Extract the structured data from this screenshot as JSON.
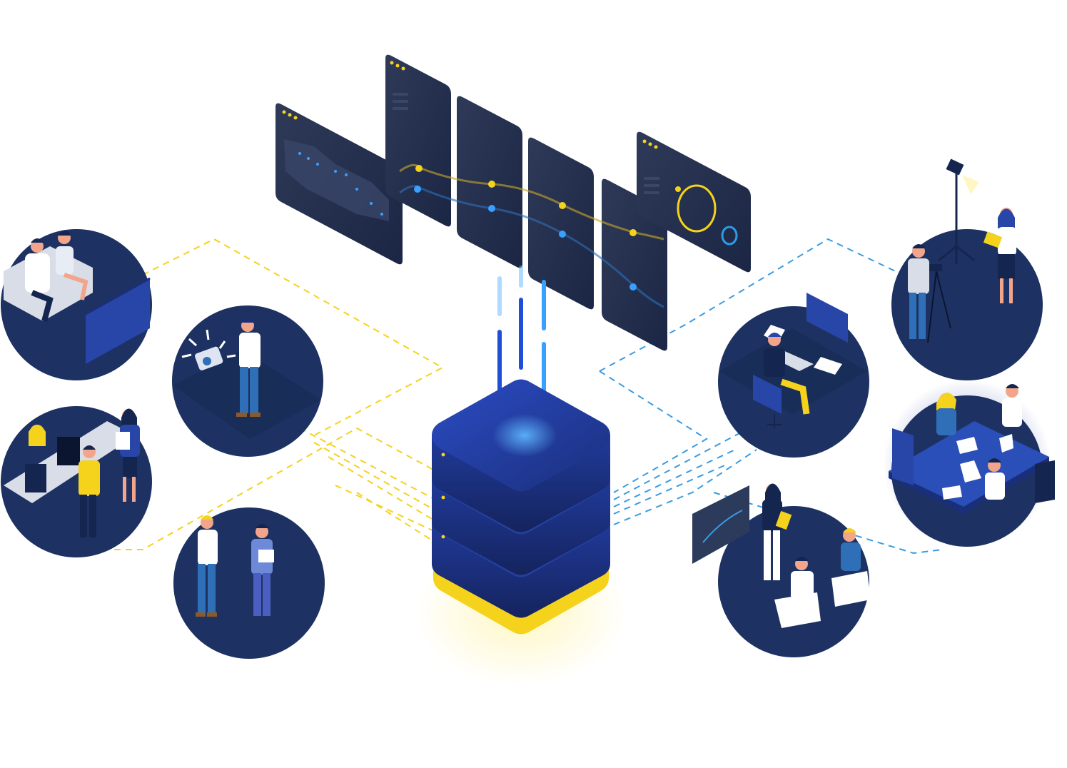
{
  "colors": {
    "navy_dark": "#14254f",
    "navy_mid": "#1d3568",
    "panel": "#1f2b4d",
    "blue_accent": "#2a4fb8",
    "yellow": "#f5d21c",
    "sky": "#2f9be0",
    "skin": "#f2a58a",
    "white": "#ffffff",
    "grey": "#d9dde8"
  },
  "illustration": {
    "server_layers": 3,
    "screens_count": 5,
    "scenes_left": [
      "people-on-sofa-tv",
      "person-with-camera",
      "reception-desk",
      "two-people-talking"
    ],
    "scenes_right": [
      "person-at-laptop",
      "presentation-meeting",
      "photographer-with-model",
      "team-meeting-table"
    ]
  }
}
